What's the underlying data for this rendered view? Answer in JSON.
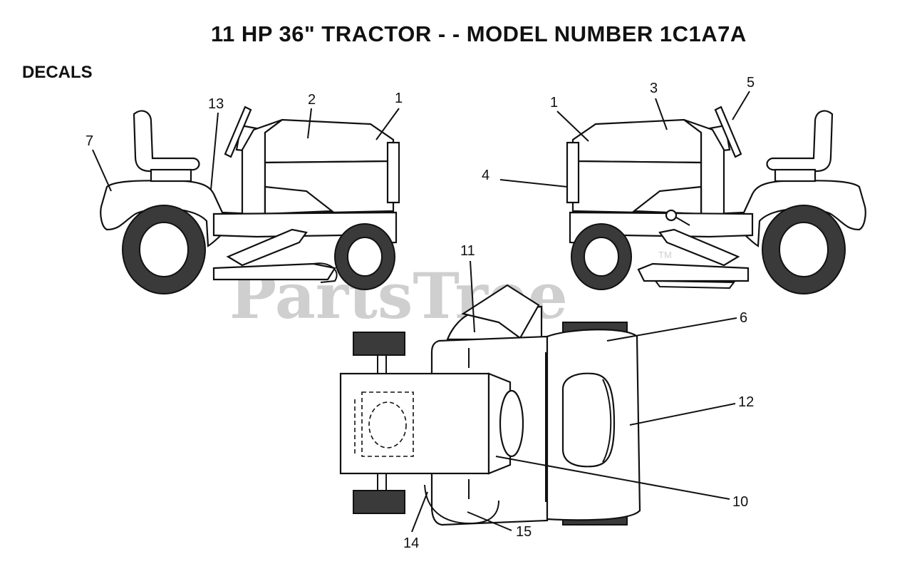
{
  "title": "11 HP 36\" TRACTOR - - MODEL NUMBER 1C1A7A",
  "section_label": "DECALS",
  "watermark": {
    "text": "PartsTree",
    "trademark": "TM"
  },
  "callouts": {
    "left_view": {
      "c1": "1",
      "c2": "2",
      "c7": "7",
      "c13": "13"
    },
    "right_view": {
      "c1": "1",
      "c3": "3",
      "c4": "4",
      "c5": "5"
    },
    "top_view": {
      "c6": "6",
      "c10": "10",
      "c11": "11",
      "c12": "12",
      "c14": "14",
      "c15": "15"
    }
  }
}
